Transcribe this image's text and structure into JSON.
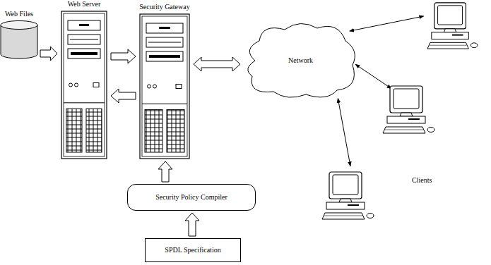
{
  "diagram": {
    "nodes": [
      {
        "text": [
          "Web Files"
        ]
      },
      {
        "text": [
          "Web Server"
        ]
      },
      {
        "text": [
          "Security Gateway"
        ]
      },
      {
        "text": [
          "Network"
        ]
      },
      {
        "text": []
      },
      {
        "text": []
      },
      {
        "text": []
      },
      {
        "text": [
          "Security Policy Compiler"
        ]
      },
      {
        "text": [
          "SPDL Specification"
        ]
      }
    ],
    "edges": [
      {
        "from": 0,
        "to": 1,
        "arrow": "to"
      },
      {
        "from": 1,
        "to": 2,
        "arrow": "to"
      },
      {
        "from": 2,
        "to": 1,
        "arrow": "to"
      },
      {
        "from": 2,
        "to": 3,
        "arrow": "both"
      },
      {
        "from": 3,
        "to": 4,
        "arrow": "both"
      },
      {
        "from": 3,
        "to": 5,
        "arrow": "both"
      },
      {
        "from": 3,
        "to": 6,
        "arrow": "both"
      },
      {
        "from": 7,
        "to": 2,
        "arrow": "to"
      },
      {
        "from": 8,
        "to": 7,
        "arrow": "to"
      }
    ],
    "labels": [
      "Clients"
    ]
  }
}
